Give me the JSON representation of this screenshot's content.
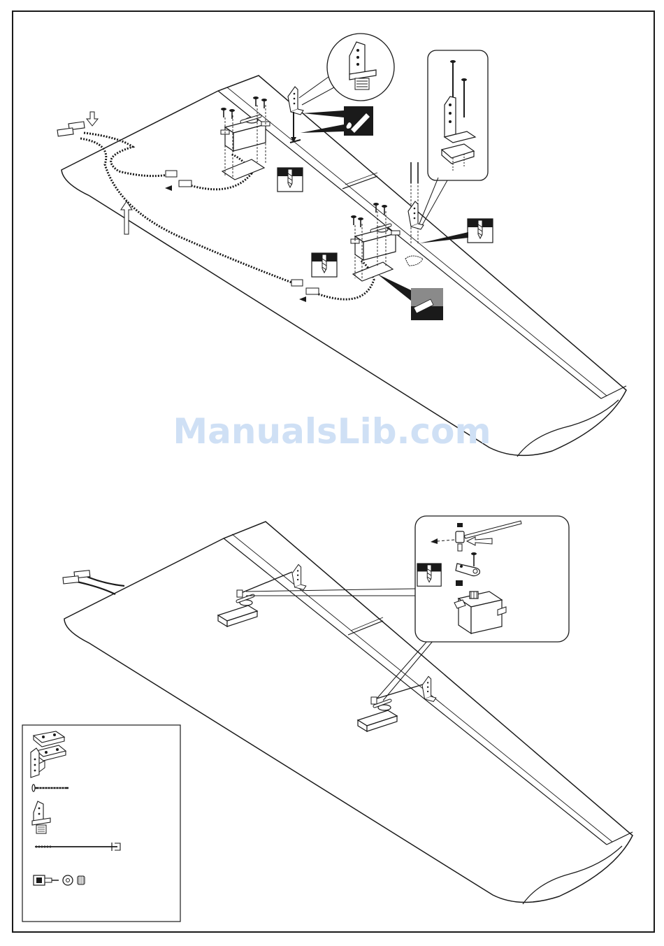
{
  "document": {
    "watermark": "ManualsLib.com",
    "colors": {
      "ink": "#1a1a1a",
      "watermark": "#cfe0f5",
      "dark_panel": "#1a1a1a",
      "grey_panel": "#8a8a8a"
    },
    "icons": [
      "wing-outline",
      "servo-icon",
      "control-horn-icon",
      "drill-icon",
      "glue-bottle-icon",
      "screw-icon",
      "extension-cable-icon",
      "connector-plug-icon",
      "arrow-icon",
      "pushrod-icon",
      "clevis-connector-icon",
      "hardware-parts-list"
    ]
  }
}
